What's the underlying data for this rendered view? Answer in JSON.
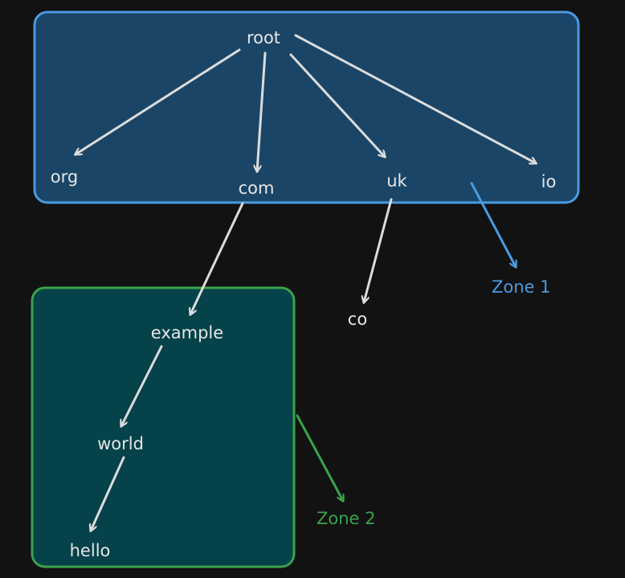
{
  "colors": {
    "background": "#121212",
    "zone1_fill": "#1a4566",
    "zone1_stroke": "#4a9be0",
    "zone2_fill": "#05424a",
    "zone2_stroke": "#3aa34a",
    "text": "#e6e6e6"
  },
  "nodes": {
    "root": "root",
    "org": "org",
    "com": "com",
    "uk": "uk",
    "io": "io",
    "co": "co",
    "example": "example",
    "world": "world",
    "hello": "hello"
  },
  "zones": {
    "zone1_label": "Zone 1",
    "zone2_label": "Zone 2"
  },
  "edges": [
    [
      "root",
      "org"
    ],
    [
      "root",
      "com"
    ],
    [
      "root",
      "uk"
    ],
    [
      "root",
      "io"
    ],
    [
      "com",
      "example"
    ],
    [
      "uk",
      "co"
    ],
    [
      "example",
      "world"
    ],
    [
      "world",
      "hello"
    ]
  ]
}
